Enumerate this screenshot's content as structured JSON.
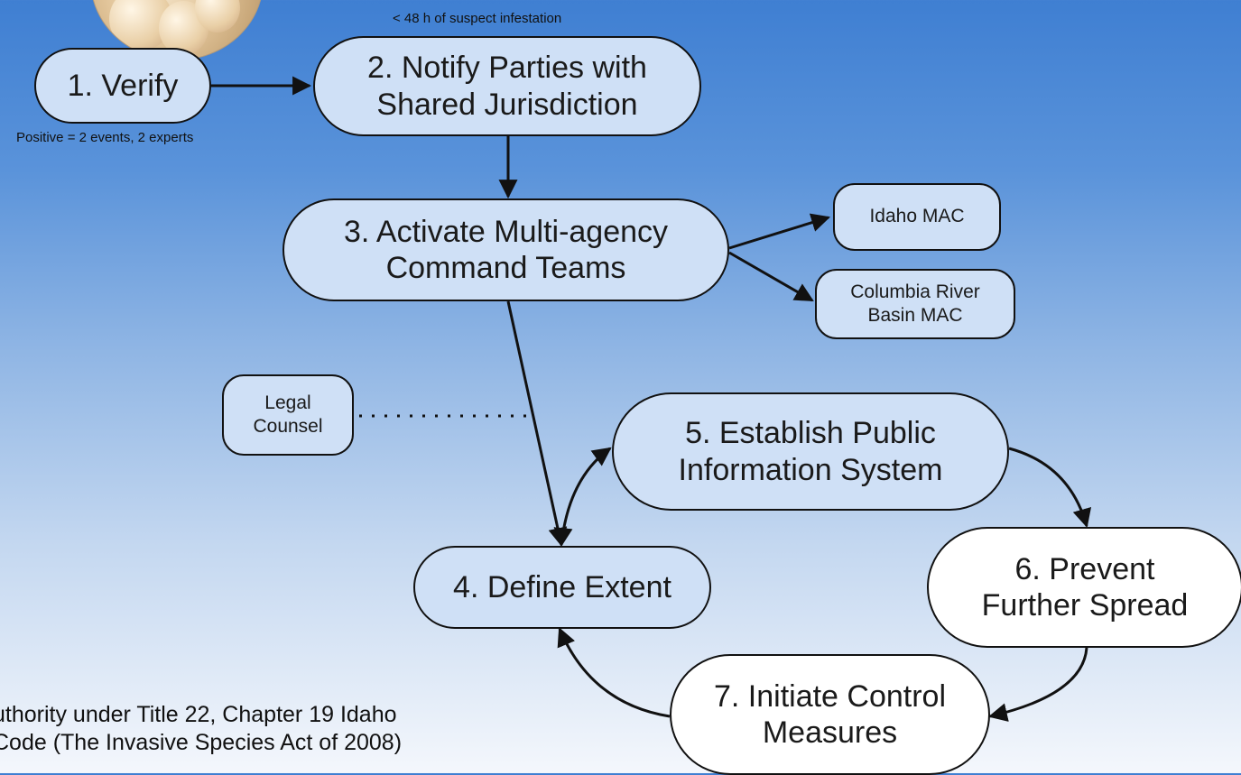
{
  "nodes": {
    "verify": "1. Verify",
    "notify": "2. Notify Parties with\nShared Jurisdiction",
    "activate": "3. Activate Multi-agency\nCommand Teams",
    "define": "4. Define Extent",
    "public_info": "5. Establish Public\nInformation System",
    "prevent": "6. Prevent\nFurther Spread",
    "control": "7. Initiate Control\nMeasures"
  },
  "side_nodes": {
    "idaho_mac": "Idaho MAC",
    "columbia_mac": "Columbia River\nBasin MAC",
    "legal": "Legal\nCounsel"
  },
  "annotations": {
    "timing": "< 48 h of suspect infestation",
    "verify_note": "Positive = 2 events, 2 experts"
  },
  "footer": {
    "authority": "uthority under Title 22, Chapter 19 Idaho\nCode (The Invasive Species Act of 2008)"
  },
  "colors": {
    "node_fill": "#cfe0f6",
    "node_fill_white": "#ffffff",
    "stroke": "#111111"
  }
}
